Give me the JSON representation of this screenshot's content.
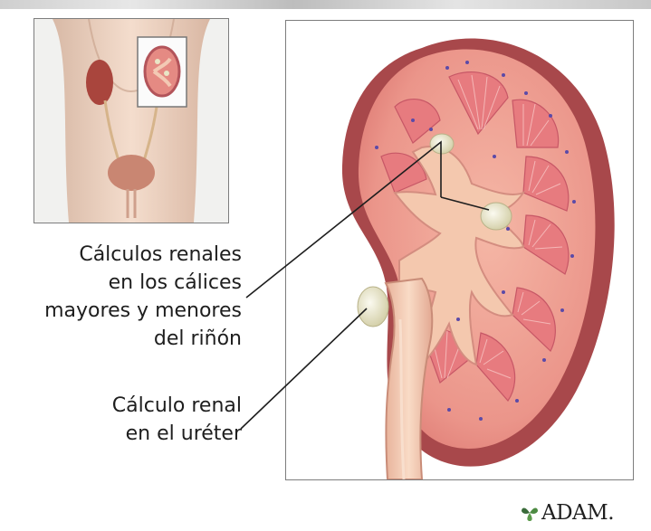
{
  "labels": {
    "kidney_stones": [
      "Cálculos renales",
      "en los cálices",
      "mayores y menores",
      "del riñón"
    ],
    "ureter_stone": [
      "Cálculo renal",
      "en el uréter"
    ]
  },
  "logo": {
    "text": "ADAM.",
    "icon": "adam-leaf-icon"
  },
  "colors": {
    "tissue": "#e98f87",
    "capsule": "#a8484b",
    "pelvis": "#f3c6ae",
    "stone": "#e9e6c6",
    "vessel": "#5b4aa8"
  }
}
